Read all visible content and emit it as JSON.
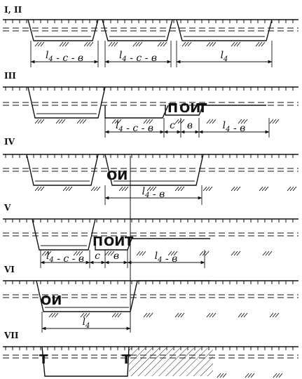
{
  "stages": [
    {
      "id": "I, II",
      "dims": [
        {
          "label": "l4 - c - в",
          "parts": [
            [
              "l",
              "4"
            ],
            [
              " - c - в",
              ""
            ]
          ]
        },
        {
          "label": "l4 - c - в",
          "parts": [
            [
              "l",
              "4"
            ],
            [
              " - c - в",
              ""
            ]
          ]
        },
        {
          "label": "l4",
          "parts": [
            [
              "l",
              "4"
            ]
          ]
        }
      ],
      "marks": []
    },
    {
      "id": "III",
      "dims": [
        {
          "label": "l4 - c - в",
          "parts": [
            [
              "l",
              "4"
            ],
            [
              " - c - в",
              ""
            ]
          ]
        },
        {
          "label": "c",
          "parts": [
            [
              "c",
              ""
            ]
          ]
        },
        {
          "label": "в",
          "parts": [
            [
              "в",
              ""
            ]
          ]
        },
        {
          "label": "l4 - в",
          "parts": [
            [
              "l",
              "4"
            ],
            [
              " - в",
              ""
            ]
          ]
        }
      ],
      "marks": [
        "П",
        "ОИ",
        "Т"
      ]
    },
    {
      "id": "IV",
      "dims": [
        {
          "label": "l4 - в",
          "parts": [
            [
              "l",
              "4"
            ],
            [
              " - в",
              ""
            ]
          ]
        }
      ],
      "marks": [
        "ОИ"
      ]
    },
    {
      "id": "V",
      "dims": [
        {
          "label": "l4 - c - в",
          "parts": [
            [
              "l",
              "4"
            ],
            [
              " - c - в",
              ""
            ]
          ]
        },
        {
          "label": "c",
          "parts": [
            [
              "c",
              ""
            ]
          ]
        },
        {
          "label": "в",
          "parts": [
            [
              "в",
              ""
            ]
          ]
        },
        {
          "label": "l4 - в",
          "parts": [
            [
              "l",
              "4"
            ],
            [
              " - в",
              ""
            ]
          ]
        }
      ],
      "marks": [
        "П",
        "ОИ",
        "Т"
      ]
    },
    {
      "id": "VI",
      "dims": [
        {
          "label": "l4",
          "parts": [
            [
              "l",
              "4"
            ]
          ]
        }
      ],
      "marks": [
        "ОИ"
      ]
    },
    {
      "id": "VII",
      "dims": [],
      "marks": [
        "Т",
        "Т"
      ]
    }
  ]
}
